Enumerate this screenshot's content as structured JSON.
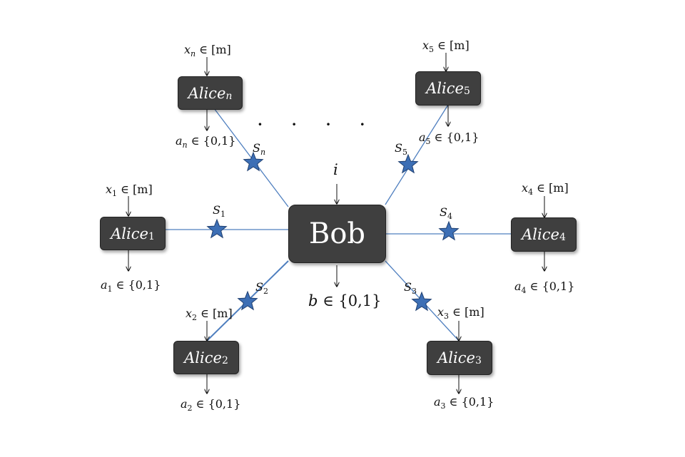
{
  "center": {
    "label": "Bob",
    "input": "i",
    "output_var": "b",
    "output_set": "∈ {0,1}"
  },
  "alices": [
    {
      "id": "1",
      "name": "Alice",
      "sub": "1",
      "in_var": "x",
      "in_set": " ∈ [m]",
      "out_var": "a",
      "out_set": " ∈ {0,1}",
      "source": "S",
      "source_sub": "1"
    },
    {
      "id": "2",
      "name": "Alice",
      "sub": "2",
      "in_var": "x",
      "in_set": " ∈ [m]",
      "out_var": "a",
      "out_set": " ∈ {0,1}",
      "source": "S",
      "source_sub": "2"
    },
    {
      "id": "3",
      "name": "Alice",
      "sub": "3",
      "in_var": "x",
      "in_set": " ∈ [m]",
      "out_var": "a",
      "out_set": " ∈ {0,1}",
      "source": "S",
      "source_sub": "3"
    },
    {
      "id": "4",
      "name": "Alice",
      "sub": "4",
      "in_var": "x",
      "in_set": " ∈ [m]",
      "out_var": "a",
      "out_set": " ∈ {0,1}",
      "source": "S",
      "source_sub": "4"
    },
    {
      "id": "5",
      "name": "Alice",
      "sub": "5",
      "in_var": "x",
      "in_set": " ∈ [m]",
      "out_var": "a",
      "out_set": " ∈ {0,1}",
      "source": "S",
      "source_sub": "5"
    },
    {
      "id": "n",
      "name": "Alice",
      "sub": "n",
      "in_var": "x",
      "in_set": " ∈ [m]",
      "out_var": "a",
      "out_set": " ∈ {0,1}",
      "source": "S",
      "source_sub": "n"
    }
  ],
  "ellipsis": "·   ·   ·   ·",
  "colors": {
    "box": "#3f3f3f",
    "line": "#4f7fbf",
    "star_fill": "#3d6fb5",
    "star_stroke": "#1f3f70"
  }
}
